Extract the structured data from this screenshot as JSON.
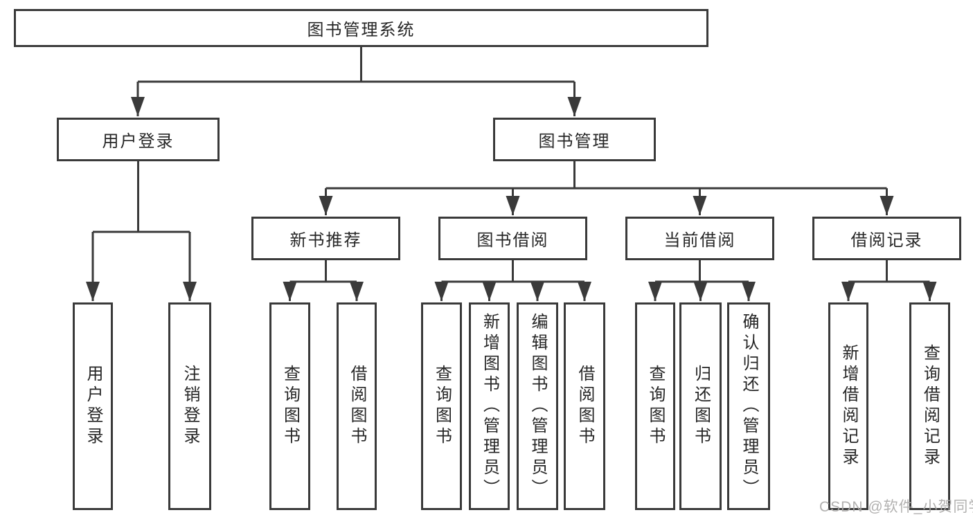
{
  "tree": {
    "root": "图书管理系统",
    "user_login": {
      "label": "用户登录",
      "children": [
        "用户登录",
        "注销登录"
      ]
    },
    "book_management": {
      "label": "图书管理",
      "sections": {
        "new_books": {
          "label": "新书推荐",
          "children": [
            "查询图书",
            "借阅图书"
          ]
        },
        "borrowing": {
          "label": "图书借阅",
          "children": [
            "查询图书",
            "新增图书（管理员）",
            "编辑图书（管理员）",
            "借阅图书"
          ]
        },
        "current": {
          "label": "当前借阅",
          "children": [
            "查询图书",
            "归还图书",
            "确认归还（管理员）"
          ]
        },
        "records": {
          "label": "借阅记录",
          "children": [
            "新增借阅记录",
            "查询借阅记录"
          ]
        }
      }
    }
  },
  "watermark": "CSDN @软件_小贺同学",
  "colors": {
    "line": "#3a3a3a",
    "box_border": "#3a3a3a",
    "text": "#262626",
    "watermark": "#abaaa9",
    "background": "#ffffff"
  }
}
